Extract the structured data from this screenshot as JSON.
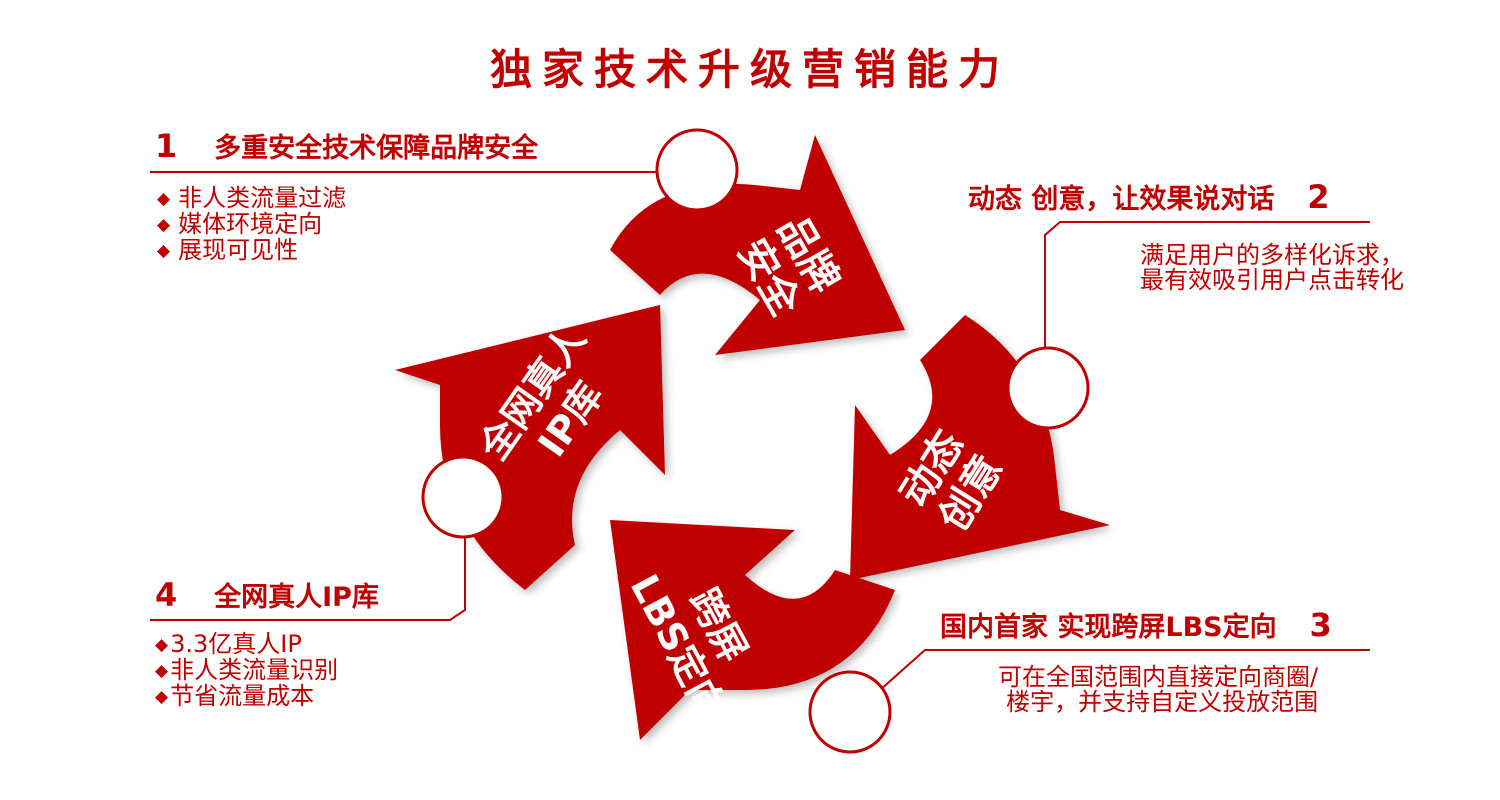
{
  "title": "独家技术升级营销能力",
  "sections": [
    {
      "number": "1",
      "heading": "多重安全技术保障品牌安全",
      "items": [
        "非人类流量过滤",
        "媒体环境定向",
        "展现可见性"
      ]
    },
    {
      "number": "2",
      "heading": "动态 创意，让效果说对话",
      "desc": [
        "满足用户的多样化诉求，",
        "最有效吸引用户点击转化"
      ]
    },
    {
      "number": "3",
      "heading": "国内首家 实现跨屏LBS定向",
      "desc": [
        "可在全国范围内直接定向商圈/",
        "楼宇，并支持自定义投放范围"
      ]
    },
    {
      "number": "4",
      "heading": "全网真人IP库",
      "items": [
        "3.3亿真人IP",
        "非人类流量识别",
        "节省流量成本"
      ]
    }
  ],
  "bullet_symbol": "◆",
  "arrows": [
    {
      "line1": "品牌",
      "line2": "安全"
    },
    {
      "line1": "动态",
      "line2": "创意"
    },
    {
      "line1": "跨屏",
      "line2": "LBS定向"
    },
    {
      "line1": "全网真人",
      "line2": "IP库"
    }
  ],
  "colors": {
    "accent": "#c00000",
    "background": "#ffffff"
  }
}
